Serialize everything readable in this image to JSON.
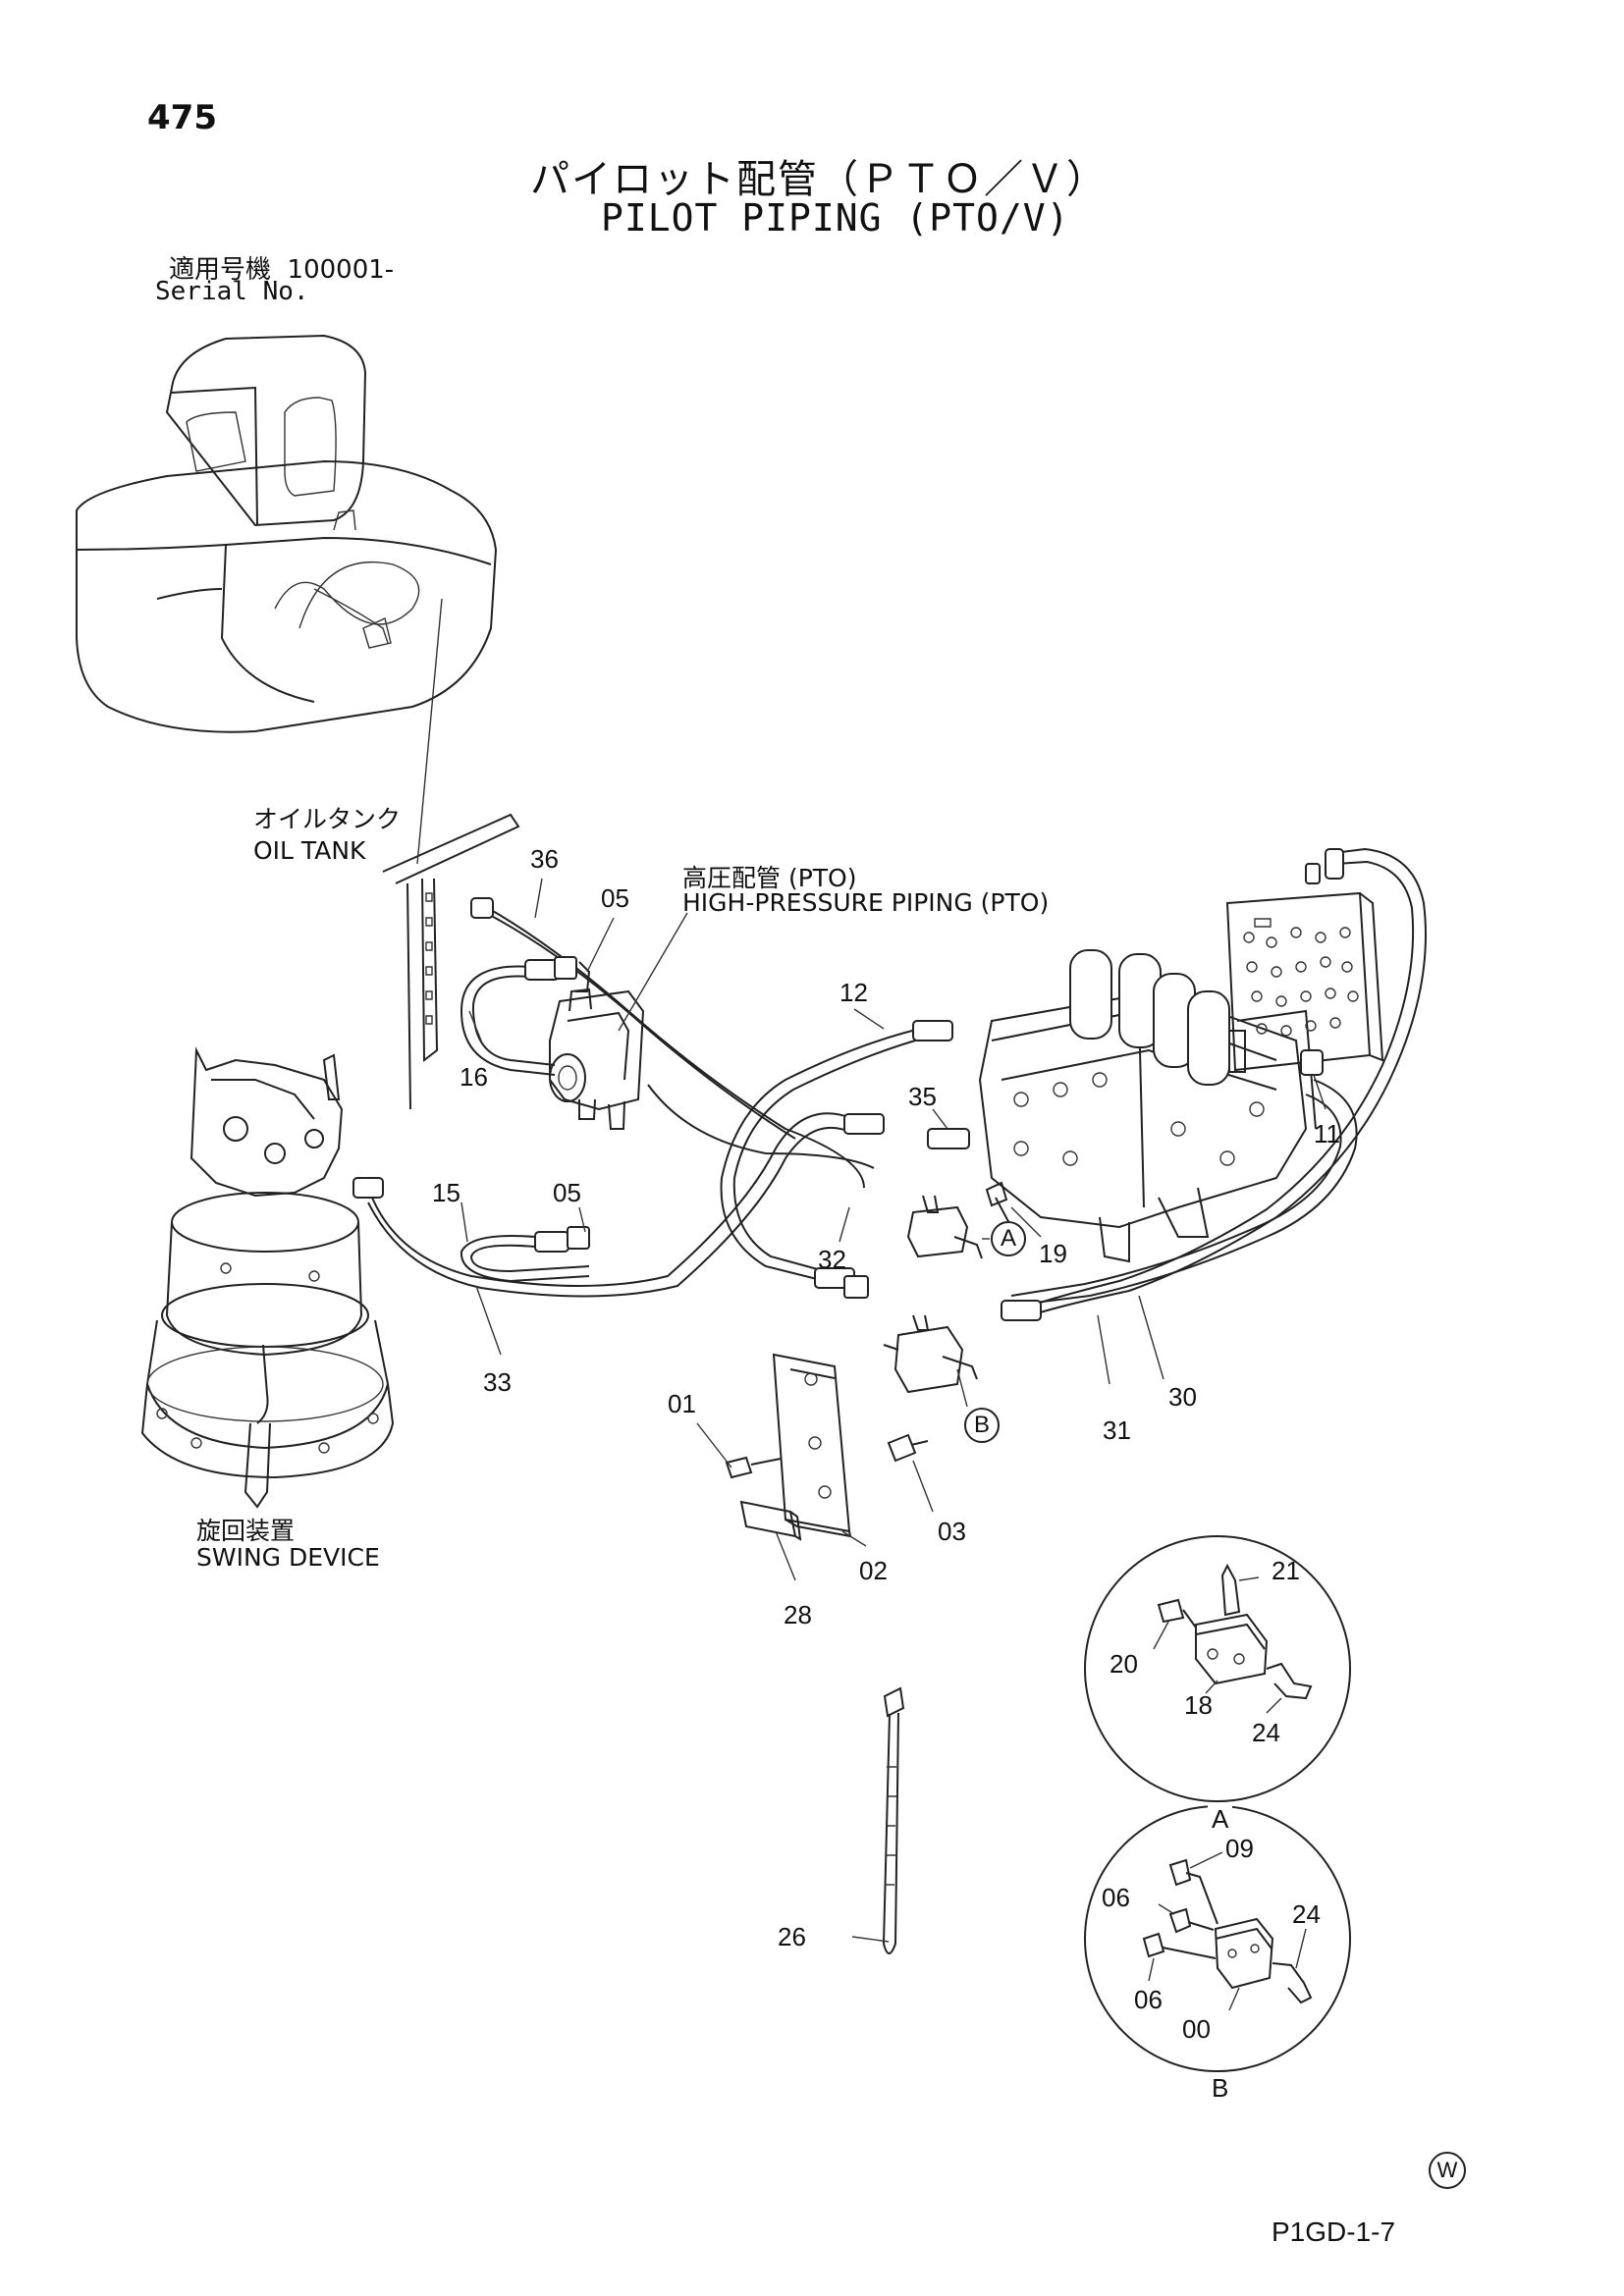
{
  "header": {
    "page_number": "475",
    "title_jp": "パイロット配管（ＰＴＯ／Ｖ）",
    "title_en": "PILOT PIPING (PTO/V)",
    "serial_label_jp": "適用号機",
    "serial_value": "100001-",
    "serial_label_en": "Serial No."
  },
  "labels": {
    "oil_tank_jp": "オイルタンク",
    "oil_tank_en": "OIL TANK",
    "hp_piping_jp": "高圧配管 (PTO)",
    "hp_piping_en": "HIGH-PRESSURE PIPING (PTO)",
    "swing_jp": "旋回装置",
    "swing_en": "SWING DEVICE"
  },
  "callouts": {
    "p36": "36",
    "p05a": "05",
    "p16": "16",
    "p12": "12",
    "p35": "35",
    "p11": "11",
    "p15": "15",
    "p05b": "05",
    "p19": "19",
    "p32": "32",
    "p33": "33",
    "p01": "01",
    "p31": "31",
    "p30": "30",
    "p03": "03",
    "p02": "02",
    "p28": "28",
    "p21": "21",
    "p20": "20",
    "p18": "18",
    "p24a": "24",
    "p09": "09",
    "p06a": "06",
    "p24b": "24",
    "p06b": "06",
    "p00": "00",
    "p26": "26"
  },
  "detail_views": {
    "a_label": "A",
    "b_label": "B"
  },
  "balloons": {
    "a": "A",
    "b": "B"
  },
  "footer": {
    "watermark": "W",
    "drawing_code": "P1GD-1-7"
  }
}
